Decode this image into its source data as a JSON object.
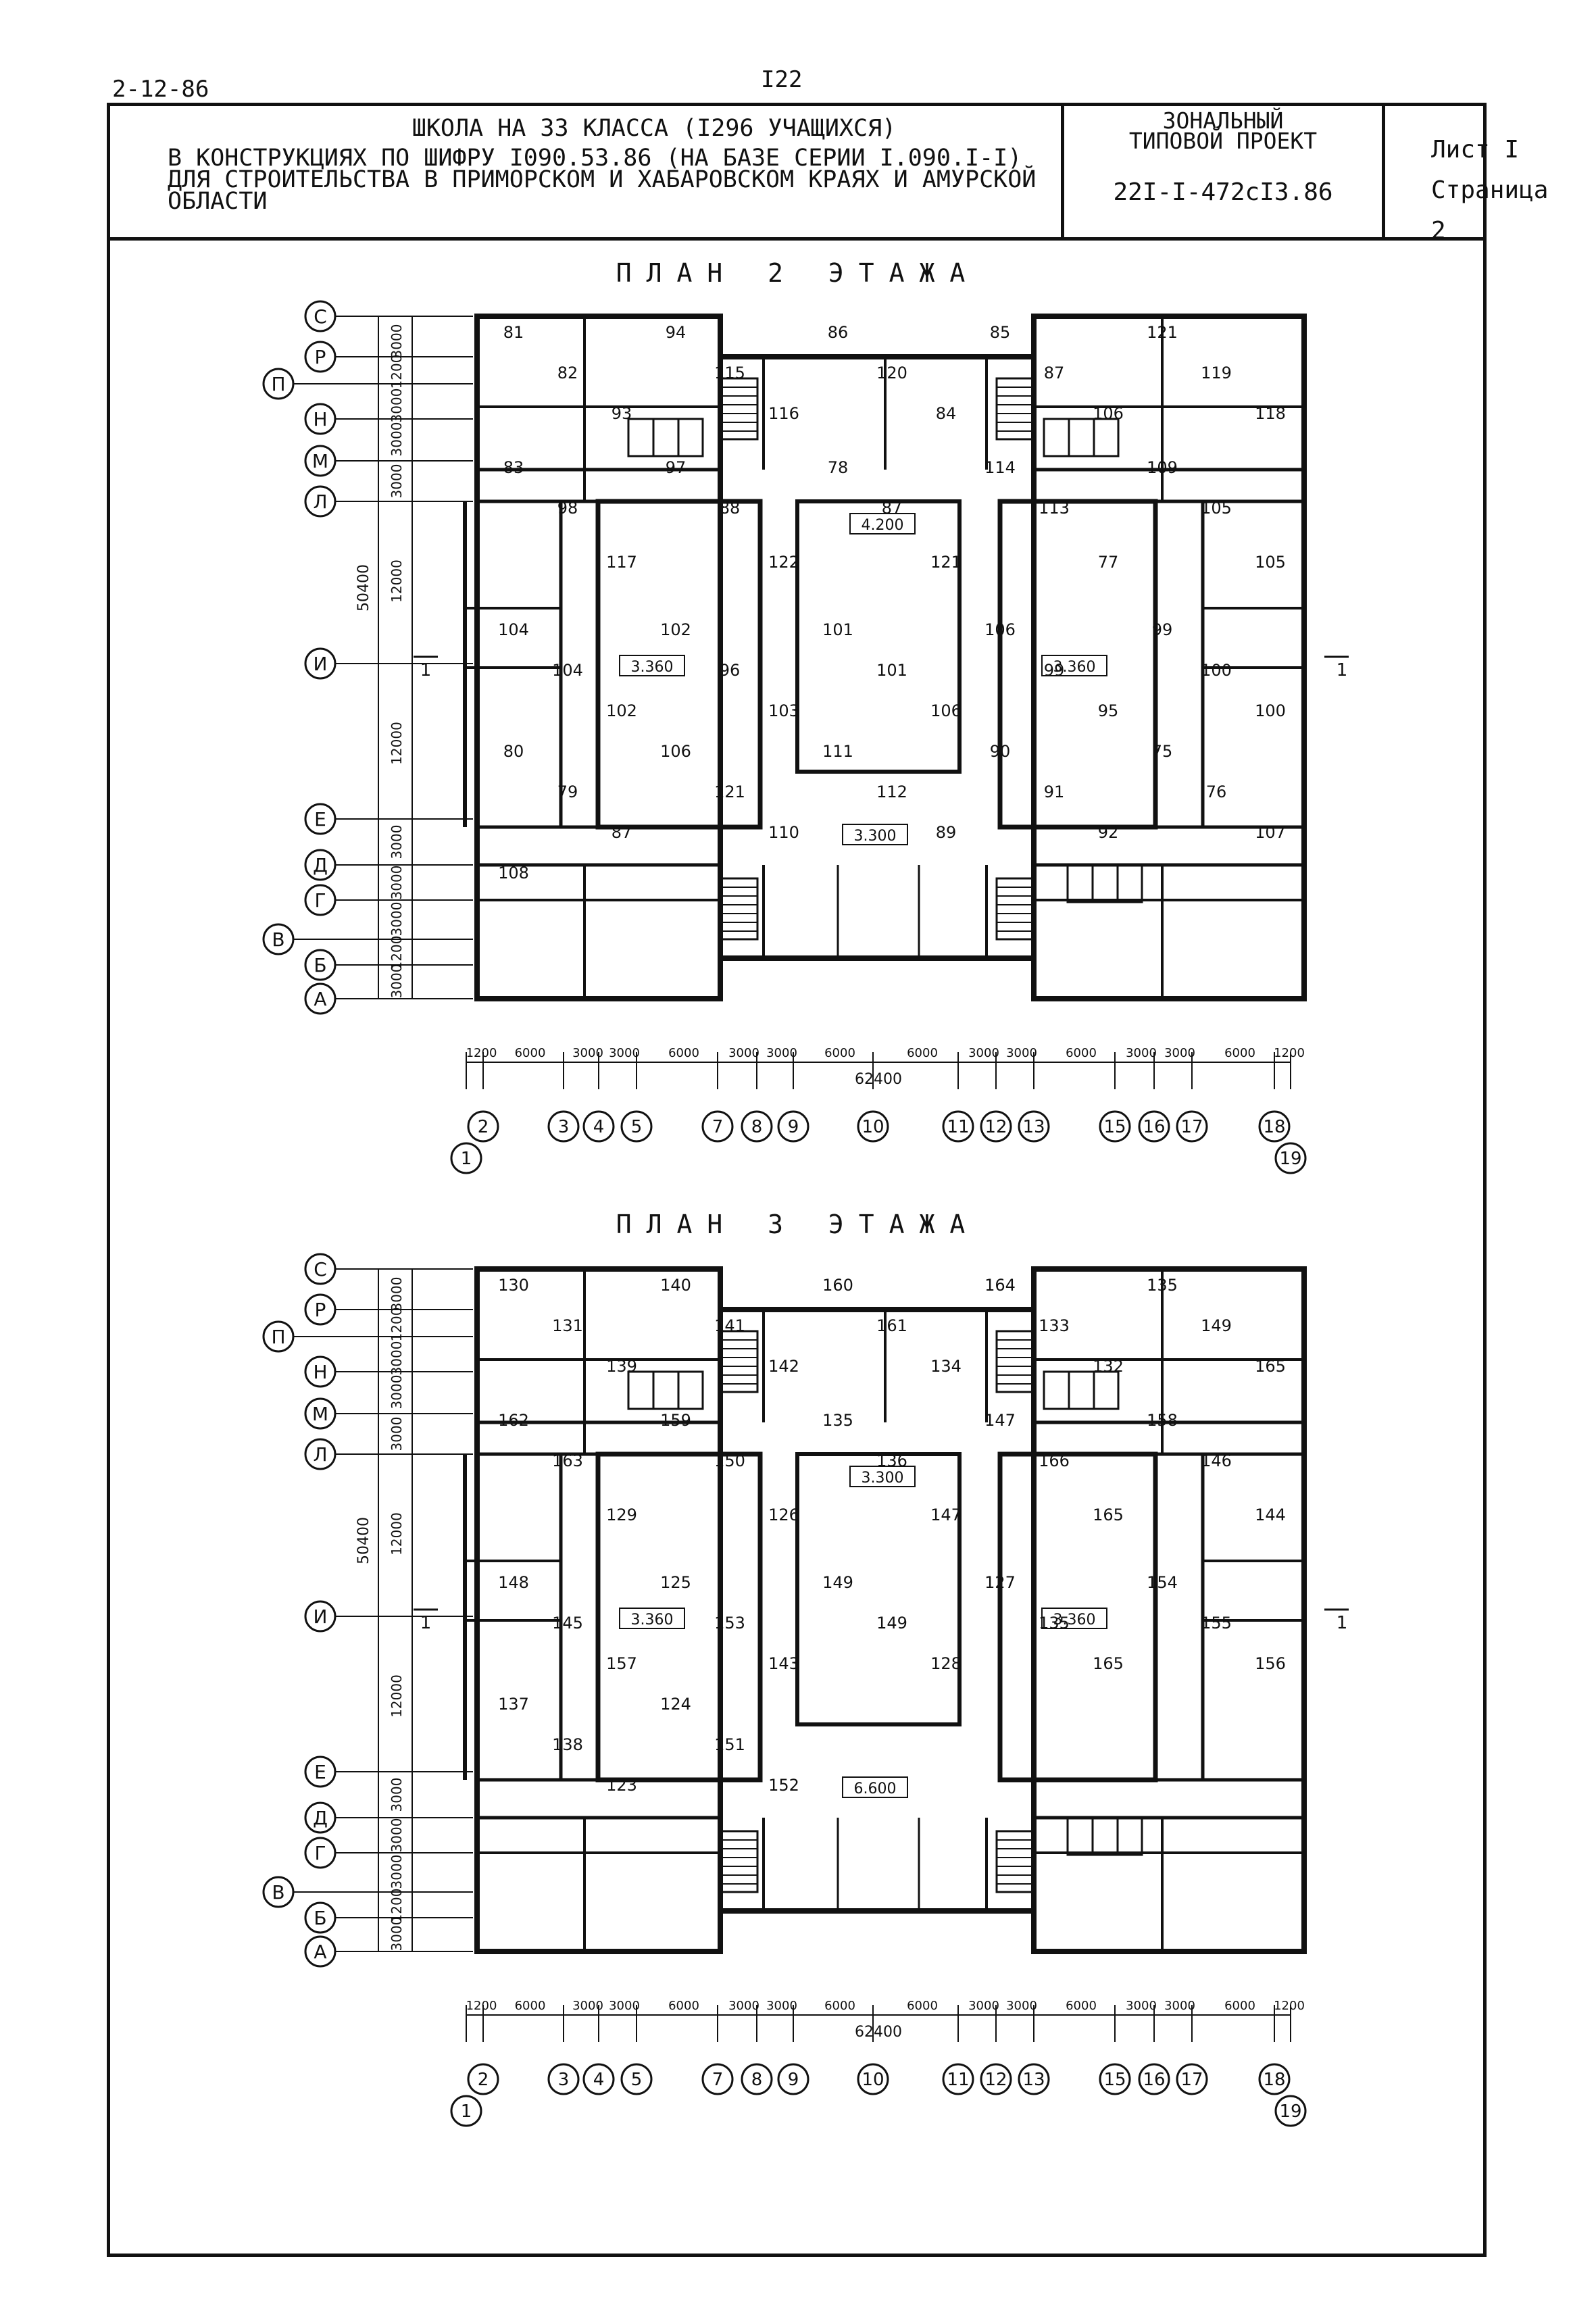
{
  "sheet_code": "2-12-86",
  "page_number": "I22",
  "stamp": {
    "line1": "ШКОЛА НА 33 КЛАССА (I296 УЧАЩИХСЯ)",
    "line2": "В КОНСТРУКЦИЯХ ПО ШИФРУ I090.53.86 (НА БАЗЕ СЕРИИ I.090.I-I)",
    "line3": "ДЛЯ СТРОИТЕЛЬСТВА В ПРИМОРСКОМ И ХАБАРОВСКОМ КРАЯХ И АМУРСКОЙ",
    "line4": "ОБЛАСТИ",
    "project_type_line1": "ЗОНАЛЬНЫЙ",
    "project_type_line2": "ТИПОВОЙ ПРОЕКТ",
    "project_code": "22I-I-472cI3.86",
    "sheet_label": "Лист I",
    "page_label": "Страница 2"
  },
  "plan2_title": "ПЛАН 2 ЭТАЖА",
  "plan3_title": "ПЛАН 3 ЭТАЖА",
  "row_axes": [
    "С",
    "Р",
    "П",
    "Н",
    "М",
    "Л",
    "И",
    "Е",
    "Д",
    "Г",
    "В",
    "Б",
    "А"
  ],
  "col_axes": [
    "1",
    "2",
    "3",
    "4",
    "5",
    "7",
    "8",
    "9",
    "10",
    "11",
    "12",
    "13",
    "15",
    "16",
    "17",
    "18",
    "19"
  ],
  "dims": {
    "row_top": [
      "3000",
      "1200",
      "3000",
      "3000",
      "3000"
    ],
    "row_mid": [
      "12000",
      "12000"
    ],
    "row_bot": [
      "3000",
      "3000",
      "3000",
      "1200",
      "3000"
    ],
    "total_height": "50400",
    "col": [
      "1200",
      "6000",
      "3000",
      "3000",
      "6000",
      "3000",
      "3000",
      "6000",
      "6000",
      "3000",
      "3000",
      "6000",
      "3000",
      "3000",
      "6000",
      "1200"
    ],
    "total_width": "62400"
  },
  "section_mark": "1",
  "plan2": {
    "rooms": {
      "r81": "81",
      "r82": "82",
      "r93": "93",
      "r94": "94",
      "r115": "115",
      "r116": "116",
      "r86": "86",
      "r120": "120",
      "r84": "84",
      "r85": "85",
      "r87a": "87",
      "r106a": "106",
      "r121a": "121",
      "r119": "119",
      "r118": "118",
      "r83": "83",
      "r98": "98",
      "r117": "117",
      "r97": "97",
      "r88": "88",
      "r122": "122",
      "r78": "78",
      "r87b": "87",
      "r121b": "121",
      "r114": "114",
      "r113": "113",
      "r77": "77",
      "r109": "109",
      "r105a": "105",
      "r105b": "105",
      "r104a": "104",
      "r104b": "104",
      "r102a": "102",
      "r102b": "102",
      "r96": "96",
      "r103": "103",
      "r101a": "101",
      "r101b": "101",
      "r106b": "106",
      "r106c": "106",
      "r99a": "99",
      "r95": "95",
      "r99b": "99",
      "r100a": "100",
      "r100b": "100",
      "r80": "80",
      "r79": "79",
      "r87c": "87",
      "r106d": "106",
      "r121c": "121",
      "r110": "110",
      "r111": "111",
      "r112": "112",
      "r89": "89",
      "r90": "90",
      "r91": "91",
      "r92": "92",
      "r75": "75",
      "r76": "76",
      "r107": "107",
      "r108": "108"
    },
    "levels": {
      "l1": "4.200",
      "l2": "3.360",
      "l3": "3.360",
      "l4": "3.300"
    }
  },
  "plan3": {
    "rooms": {
      "r130": "130",
      "r131": "131",
      "r139": "139",
      "r140": "140",
      "r141": "141",
      "r142": "142",
      "r160": "160",
      "r161": "161",
      "r134": "134",
      "r164": "164",
      "r133": "133",
      "r132": "132",
      "r135a": "135",
      "r149a": "149",
      "r165a": "165",
      "r162": "162",
      "r163": "163",
      "r129": "129",
      "r159": "159",
      "r150": "150",
      "r126": "126",
      "r135b": "135",
      "r136": "136",
      "r147a": "147",
      "r147b": "147",
      "r166": "166",
      "r165b": "165",
      "r158": "158",
      "r146": "146",
      "r144": "144",
      "r148": "148",
      "r145": "145",
      "r157": "157",
      "r125": "125",
      "r153": "153",
      "r143": "143",
      "r149b": "149",
      "r149c": "149",
      "r128": "128",
      "r127": "127",
      "r135c": "135",
      "r165c": "165",
      "r154": "154",
      "r155": "155",
      "r156": "156",
      "r137": "137",
      "r138": "138",
      "r123": "123",
      "r124": "124",
      "r151": "151",
      "r152": "152"
    },
    "levels": {
      "l1": "3.300",
      "l2": "3.360",
      "l3": "3.360",
      "l4": "6.600"
    }
  }
}
